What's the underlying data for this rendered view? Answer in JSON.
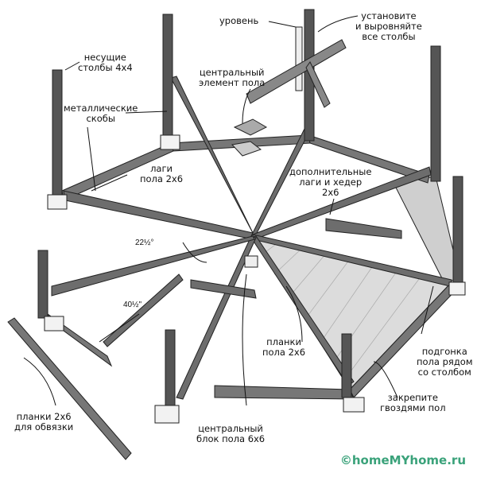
{
  "labels": {
    "level": "уровень",
    "set_posts": [
      "установите",
      "и выровняйте",
      "все столбы"
    ],
    "bearing_posts": [
      "несущие",
      "столбы 4x4"
    ],
    "center_element": [
      "центральный",
      "элемент пола"
    ],
    "metal_brackets": [
      "металлические",
      "скобы"
    ],
    "extra_joists": [
      "дополнительные",
      "лаги и хедер",
      "2x6"
    ],
    "floor_joists": [
      "лаги",
      "пола 2x6"
    ],
    "floor_planks": [
      "планки",
      "пола 2x6"
    ],
    "fit_floor": [
      "подгонка",
      "пола рядом",
      "со столбом"
    ],
    "nail_floor": [
      "закрепите",
      "гвоздями пол"
    ],
    "rim_planks": [
      "планки 2x6",
      "для обвязки"
    ],
    "center_block": [
      "центральный",
      "блок пола 6x6"
    ]
  },
  "dimensions": {
    "angle": "22½°",
    "length": "40½\""
  },
  "watermark": "©homeMYhome.ru",
  "colors": {
    "wood": "#6d6d6d",
    "wood_light": "#9a9a9a",
    "deck": "#d8d8d8",
    "accent": "#3aa27a"
  }
}
